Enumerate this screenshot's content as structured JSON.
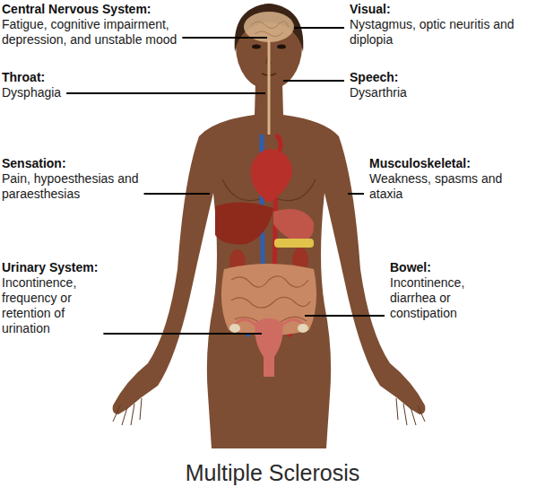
{
  "diagram": {
    "title": "Multiple Sclerosis",
    "labels": [
      "Central Nervous System:",
      "Fatigue, cognitive impairment, depression, and unstable mood",
      "Visual:",
      "Nystagmus, optic neuritis and diplopia",
      "Throat:",
      "Dysphagia",
      "Speech:",
      "Dysarthria",
      "Sensation:",
      "Pain, hypoesthesias and paraesthesias",
      "Musculoskeletal:",
      "Weakness, spasms and ataxia",
      "Urinary System:",
      "Incontinence, frequency or retention of urination",
      "Bowel:",
      "Incontinence, diarrhea or constipation"
    ]
  }
}
